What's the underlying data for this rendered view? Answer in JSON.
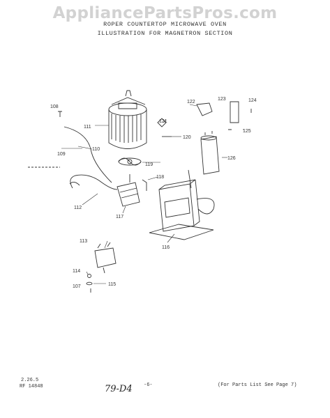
{
  "watermark": "AppliancePartsPros.com",
  "header": {
    "line1": "ROPER COUNTERTOP MICROWAVE OVEN",
    "line2": "ILLUSTRATION FOR MAGNETRON SECTION"
  },
  "callouts": {
    "p107": "107",
    "p108": "108",
    "p109": "109",
    "p110": "110",
    "p111": "111",
    "p112": "112",
    "p113": "113",
    "p114": "114",
    "p115": "115",
    "p116": "116",
    "p117": "117",
    "p118": "118",
    "p119": "119",
    "p120": "120",
    "p121": "121",
    "p122": "122",
    "p123": "123",
    "p124": "124",
    "p125": "125",
    "p126": "126"
  },
  "footer": {
    "code1": "2.26.5",
    "code2": "RF 14848",
    "handwritten": "79-D4",
    "page": "-6-",
    "note": "(For Parts List See Page 7)"
  }
}
